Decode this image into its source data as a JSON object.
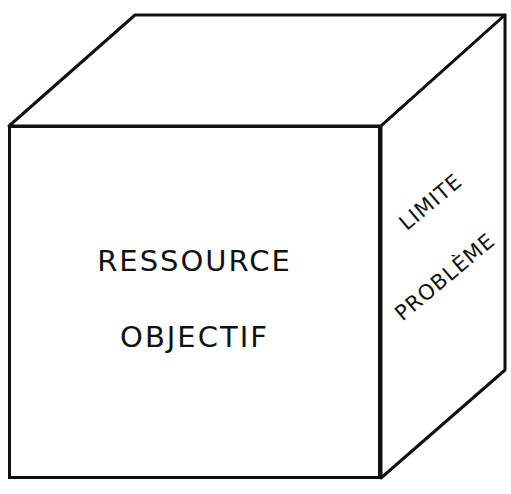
{
  "diagram": {
    "nodes": [
      {
        "text": [
          "RESSOURCE",
          "OBJECTIF"
        ]
      },
      {
        "text": [
          "LIMITE",
          "PROBLÈME"
        ]
      }
    ]
  }
}
